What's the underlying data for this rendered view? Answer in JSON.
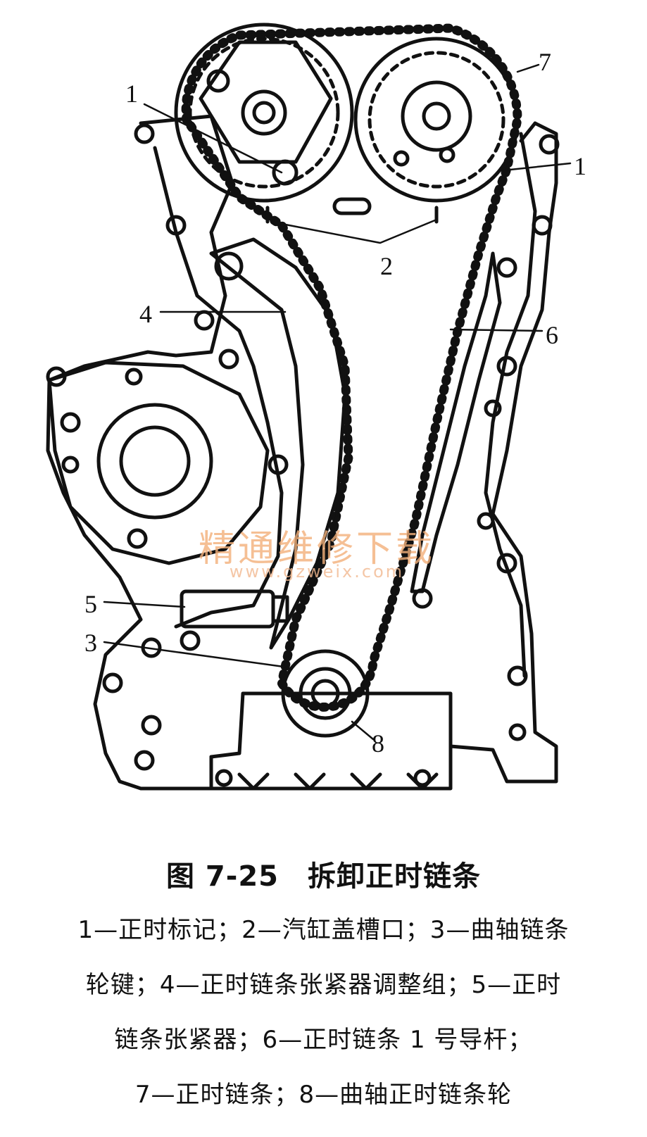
{
  "figure": {
    "callouts": {
      "c1a": "1",
      "c1b": "1",
      "c2": "2",
      "c3": "3",
      "c4": "4",
      "c5": "5",
      "c6": "6",
      "c7": "7",
      "c8": "8"
    },
    "watermark": {
      "text": "精通维修下载",
      "url": "www.gzweix.com"
    }
  },
  "caption": {
    "title": "图 7-25　拆卸正时链条",
    "legend_lines": [
      "1—正时标记；2—汽缸盖槽口；3—曲轴链条",
      "轮键；4—正时链条张紧器调整组；5—正时",
      "链条张紧器；6—正时链条 1 号导杆；",
      "7—正时链条；8—曲轴正时链条轮"
    ]
  }
}
